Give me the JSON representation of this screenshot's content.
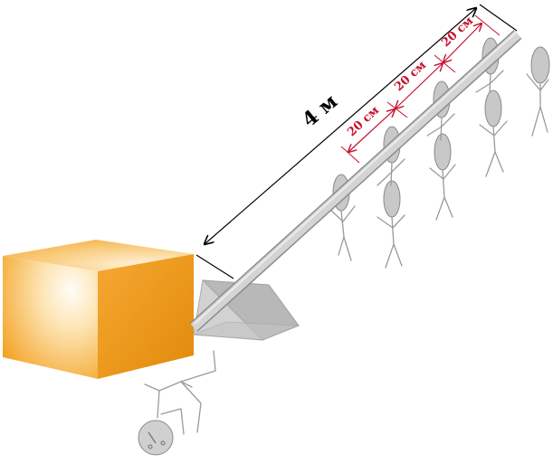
{
  "labels": {
    "lever_length": "4 м",
    "segment_1": "20 см",
    "segment_2": "20 см",
    "segment_3": "20 см"
  },
  "colors": {
    "box_light": "#fff6e4",
    "box_mid": "#fbc25a",
    "box_dark": "#f0960f",
    "lever": "#cdcdcd",
    "fulcrum": "#c9c9c9",
    "dim_black": "#000000",
    "dim_red": "#c8102e",
    "figure": "#9a9a9a"
  }
}
